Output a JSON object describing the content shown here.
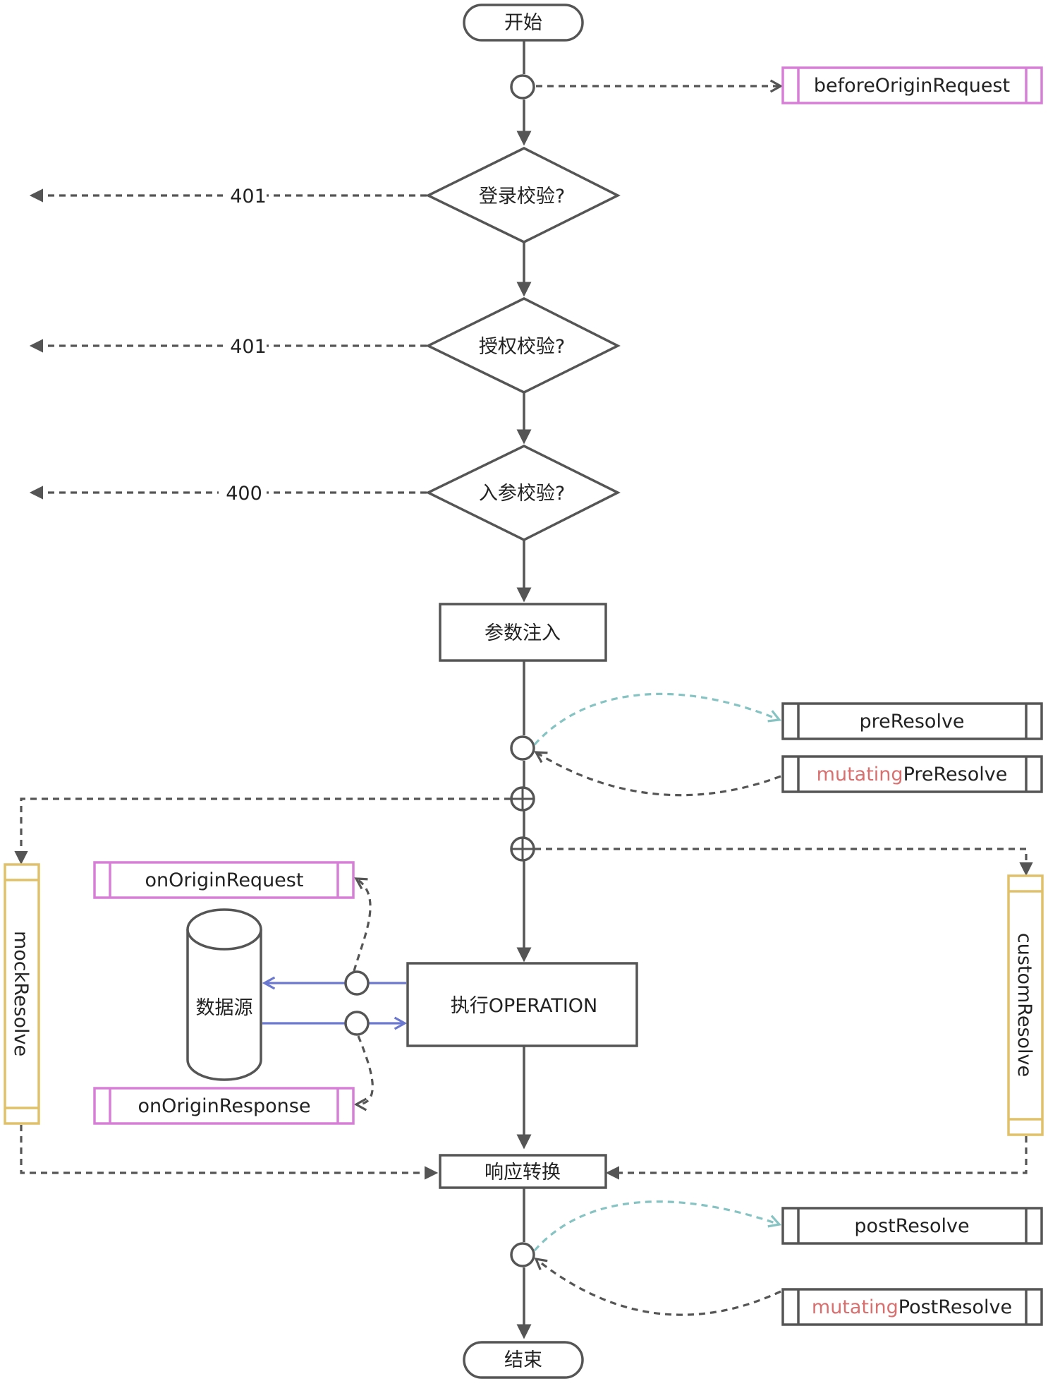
{
  "nodes": {
    "start": "开始",
    "login_check": "登录校验?",
    "auth_check": "授权校验?",
    "param_check": "入参校验?",
    "param_inject": "参数注入",
    "execute": "执行OPERATION",
    "datasource": "数据源",
    "response_transform": "响应转换",
    "end": "结束"
  },
  "hooks": {
    "before_origin_request": "beforeOriginRequest",
    "pre_resolve": "preResolve",
    "mutating_pre_prefix": "mutating",
    "mutating_pre_suffix": "PreResolve",
    "on_origin_request": "onOriginRequest",
    "on_origin_response": "onOriginResponse",
    "mock_resolve": "mockResolve",
    "custom_resolve": "customResolve",
    "post_resolve": "postResolve",
    "mutating_post_prefix": "mutating",
    "mutating_post_suffix": "PostResolve"
  },
  "codes": {
    "login_fail": "401",
    "auth_fail": "401",
    "param_fail": "400"
  },
  "colors": {
    "line": "#555555",
    "hook_pink": "#d77ed6",
    "resolve_gold": "#e0c169",
    "optional_teal": "#86c3c3",
    "datasource_blue": "#6b78cf",
    "mutating_red": "#d97070"
  }
}
